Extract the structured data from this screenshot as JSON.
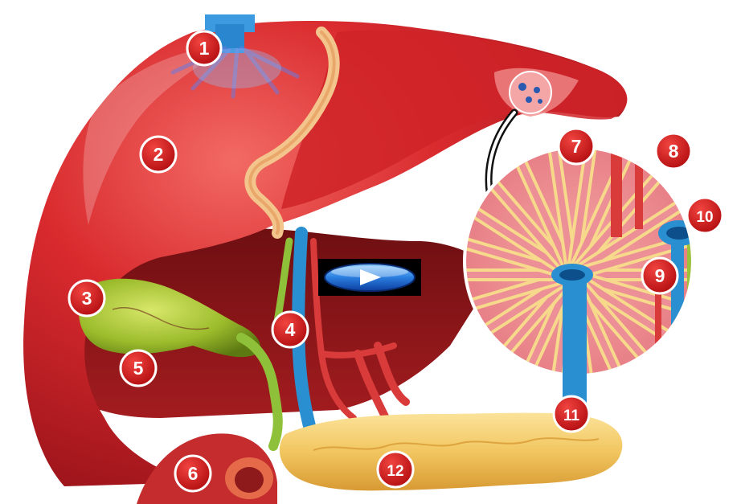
{
  "labels": {
    "n1": "1",
    "n2": "2",
    "n3": "3",
    "n4": "4",
    "n5": "5",
    "n6": "6",
    "n7": "7",
    "n8": "8",
    "n9": "9",
    "n10": "10",
    "n11": "11",
    "n12": "12"
  },
  "colors": {
    "liver": "#d92a2e",
    "liver_dark": "#8a1116",
    "gallbladder": "#9cbc2c",
    "pancreas": "#f2c660",
    "vein": "#2a8fd0",
    "artery": "#d93a3a",
    "bile_duct": "#9bc33a",
    "label_fill": "#d31a1a"
  },
  "icons": {
    "play_button": "play-icon"
  }
}
